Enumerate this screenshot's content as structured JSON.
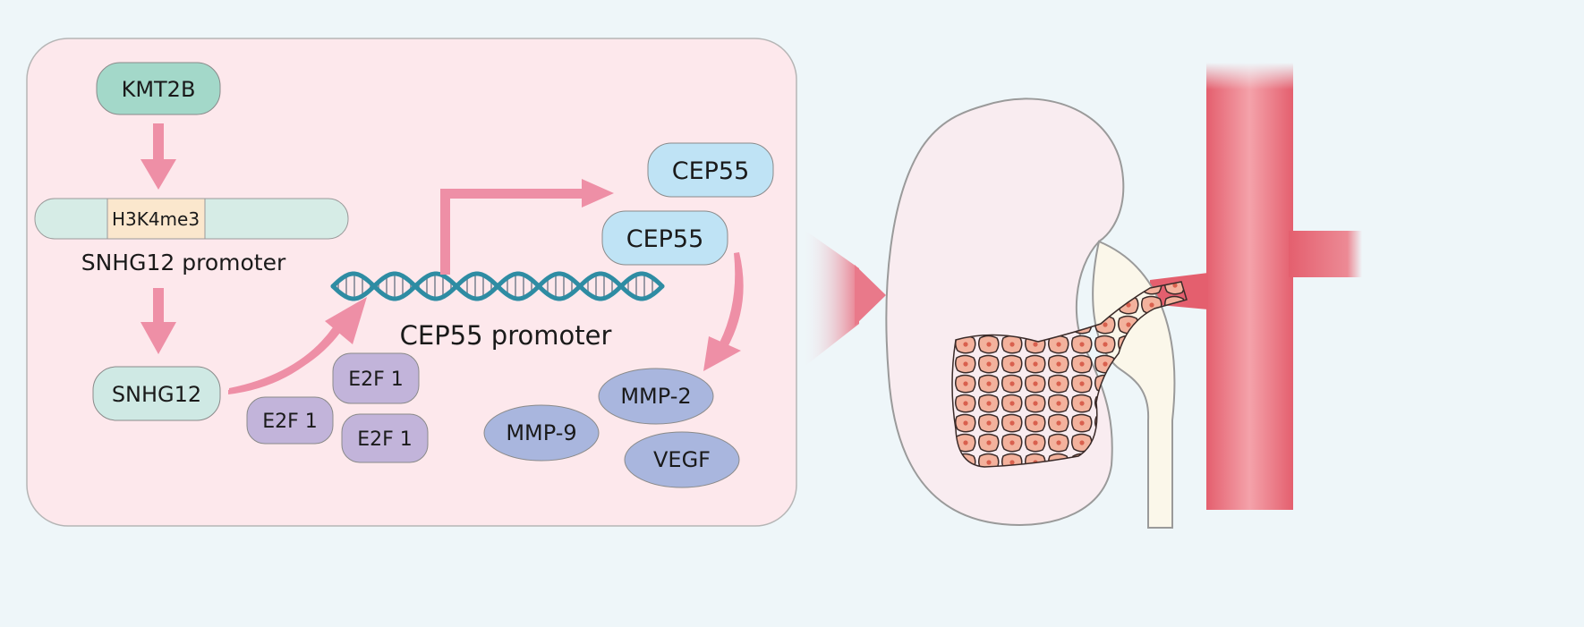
{
  "nodes": {
    "kmt2b": "KMT2B",
    "h3k4me3": "H3K4me3",
    "snhg12_promoter": "SNHG12 promoter",
    "snhg12": "SNHG12",
    "e2f1_a": "E2F 1",
    "e2f1_b": "E2F 1",
    "e2f1_c": "E2F 1",
    "cep55_promoter": "CEP55 promoter",
    "cep55_top": "CEP55",
    "cep55_bottom": "CEP55",
    "mmp2": "MMP-2",
    "mmp9": "MMP-9",
    "vegf": "VEGF"
  },
  "colors": {
    "background": "#eef6f9",
    "panel": "#fde8ec",
    "arrow": "#ee8fa6",
    "kmt2b_fill": "#a3d8c9",
    "snhg12_fill": "#cfe9e4",
    "e2f1_fill": "#c2b4da",
    "cep55_fill": "#bfe3f5",
    "protein_fill": "#a9b6de",
    "dna_strand": "#2e8ca3",
    "vessel": "#e8707c",
    "cell_fill": "#f3b29d",
    "cell_nucleus": "#d9604e"
  }
}
